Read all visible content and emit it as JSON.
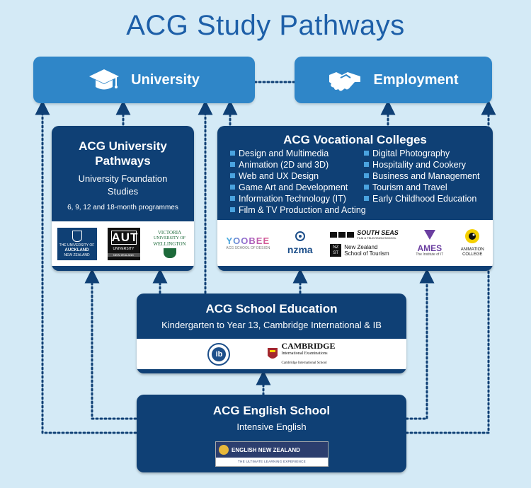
{
  "title": "ACG Study Pathways",
  "colors": {
    "background": "#d4eaf6",
    "top_box": "#2f86c8",
    "navy_box": "#0f4075",
    "bullet": "#4aa3df",
    "connector": "#0f4075"
  },
  "university": {
    "label": "University",
    "icon": "graduation-cap-icon"
  },
  "employment": {
    "label": "Employment",
    "icon": "handshake-icon"
  },
  "pathways": {
    "title_line1": "ACG University",
    "title_line2": "Pathways",
    "subtitle_line1": "University Foundation",
    "subtitle_line2": "Studies",
    "programmes": "6, 9, 12 and 18-month programmes",
    "logos": [
      {
        "name": "THE UNIVERSITY OF AUCKLAND",
        "line1": "THE UNIVERSITY OF",
        "line2": "AUCKLAND",
        "line3": "NEW ZEALAND"
      },
      {
        "name": "AUT UNIVERSITY",
        "line1": "AUT",
        "line2": "UNIVERSITY",
        "line3": "NEW ZEALAND"
      },
      {
        "name": "VICTORIA UNIVERSITY OF WELLINGTON",
        "line1": "VICTORIA",
        "line2": "UNIVERSITY OF",
        "line3": "WELLINGTON"
      }
    ]
  },
  "vocational": {
    "title": "ACG Vocational Colleges",
    "col1": [
      "Design and Multimedia",
      "Animation (2D and 3D)",
      "Web and UX Design",
      "Game Art and Development",
      "Information Technology (IT)",
      "Film & TV Production and Acting"
    ],
    "col2": [
      "Digital Photography",
      "Hospitality and Cookery",
      "Business and Management",
      "Tourism and Travel",
      "Early Childhood Education"
    ],
    "logos": {
      "yoobee": "YOOBEE",
      "yoobee_sub": "ACG SCHOOL OF DESIGN",
      "nzma": "nzma",
      "south_seas": "SOUTH SEAS",
      "south_seas_sub": "FILM & TELEVISION SCHOOL",
      "nzst_mark": "NZ ST",
      "nzst_line1": "New Zealand",
      "nzst_line2": "School of Tourism",
      "ames": "AMES",
      "ames_sub": "The Institute of IT",
      "animation_line1": "ANIMATION",
      "animation_line2": "COLLEGE"
    }
  },
  "school": {
    "title": "ACG School Education",
    "subtitle": "Kindergarten to Year 13, Cambridge International & IB",
    "ib_mark": "ib",
    "cambridge_line1": "CAMBRIDGE",
    "cambridge_line2": "International Examinations",
    "cambridge_line3": "Cambridge International School"
  },
  "english": {
    "title": "ACG English School",
    "subtitle": "Intensive English",
    "logo_line1": "ENGLISH NEW ZEALAND",
    "logo_line2": "THE ULTIMATE LEARNING EXPERIENCE"
  }
}
